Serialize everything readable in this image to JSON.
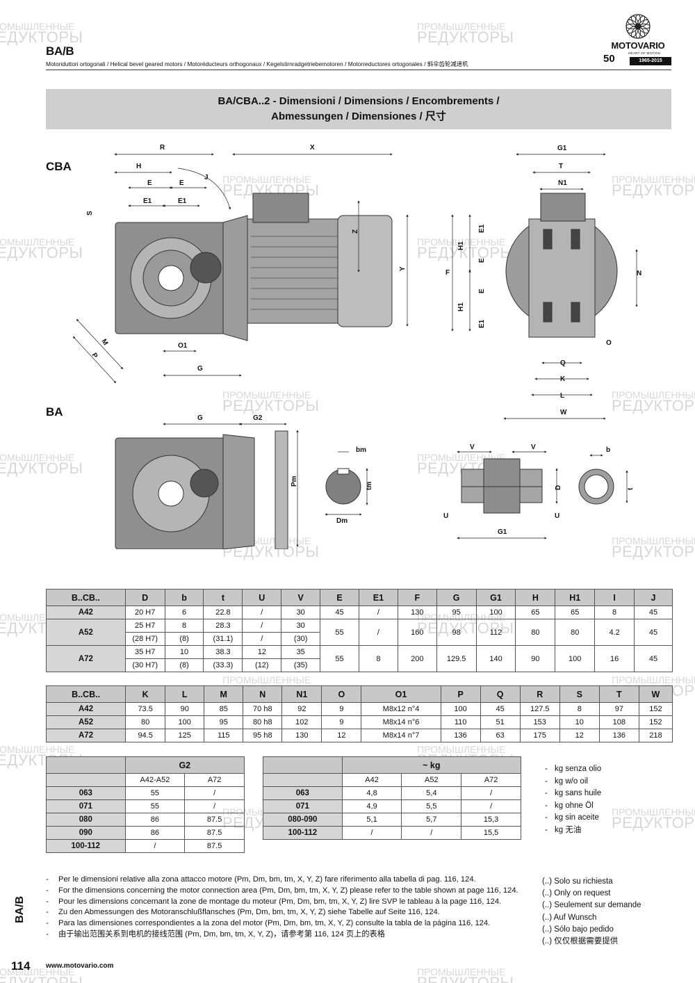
{
  "header": {
    "title": "BA/B",
    "subtitle": "Motoriduttori ortogonali / Helical bevel geared motors / Motoréducteurs orthogonaux / Kegelstirnradgetriebemotoren / Motorreductores ortogonales / 斜伞齿轮减速机"
  },
  "logo": {
    "name": "MOTOVARIO",
    "tagline": "HEART OF MOTION",
    "anniversary": "50",
    "years": "1965-2015"
  },
  "banner": {
    "line1": "BA/CBA..2 - Dimensioni / Dimensions / Encombrements /",
    "line2": "Abmessungen / Dimensiones / 尺寸"
  },
  "sections": {
    "cba": "CBA",
    "ba": "BA"
  },
  "drawing_labels": {
    "cba_side": [
      "R",
      "X",
      "H",
      "E",
      "E",
      "E1",
      "E1",
      "J",
      "S",
      "Z",
      "Y",
      "M",
      "P",
      "O1",
      "G"
    ],
    "cba_front": [
      "G1",
      "T",
      "N1",
      "E1",
      "H1",
      "E",
      "F",
      "E",
      "H1",
      "E1",
      "N",
      "O",
      "Q",
      "K",
      "L",
      "W"
    ],
    "ba_side": [
      "G",
      "G2",
      "Pm"
    ],
    "shaft": [
      "bm",
      "tm",
      "Dm"
    ],
    "hollow_shaft": [
      "V",
      "V",
      "D",
      "U",
      "U",
      "G1"
    ],
    "ring": [
      "b",
      "t"
    ]
  },
  "table1": {
    "columns": [
      "B..CB..",
      "D",
      "b",
      "t",
      "U",
      "V",
      "E",
      "E1",
      "F",
      "G",
      "G1",
      "H",
      "H1",
      "I",
      "J"
    ],
    "rows": [
      {
        "model": "A42",
        "lines": [
          [
            "20 H7",
            "6",
            "22.8",
            "/",
            "30"
          ]
        ],
        "shared": [
          "45",
          "/",
          "130",
          "95",
          "100",
          "65",
          "65",
          "8",
          "45"
        ]
      },
      {
        "model": "A52",
        "lines": [
          [
            "25 H7",
            "8",
            "28.3",
            "/",
            "30"
          ],
          [
            "(28 H7)",
            "(8)",
            "(31.1)",
            "/",
            "(30)"
          ]
        ],
        "shared": [
          "55",
          "/",
          "160",
          "98",
          "112",
          "80",
          "80",
          "4.2",
          "45"
        ]
      },
      {
        "model": "A72",
        "lines": [
          [
            "35 H7",
            "10",
            "38.3",
            "12",
            "35"
          ],
          [
            "(30 H7)",
            "(8)",
            "(33.3)",
            "(12)",
            "(35)"
          ]
        ],
        "shared": [
          "55",
          "8",
          "200",
          "129.5",
          "140",
          "90",
          "100",
          "16",
          "45"
        ]
      }
    ]
  },
  "table2": {
    "columns": [
      "B..CB..",
      "K",
      "L",
      "M",
      "N",
      "N1",
      "O",
      "O1",
      "P",
      "Q",
      "R",
      "S",
      "T",
      "W"
    ],
    "rows": [
      [
        "A42",
        "73.5",
        "90",
        "85",
        "70 h8",
        "92",
        "9",
        "M8x12 n°4",
        "100",
        "45",
        "127.5",
        "8",
        "97",
        "152"
      ],
      [
        "A52",
        "80",
        "100",
        "95",
        "80 h8",
        "102",
        "9",
        "M8x14 n°6",
        "110",
        "51",
        "153",
        "10",
        "108",
        "152"
      ],
      [
        "A72",
        "94.5",
        "125",
        "115",
        "95 h8",
        "130",
        "12",
        "M8x14 n°7",
        "136",
        "63",
        "175",
        "12",
        "136",
        "218"
      ]
    ]
  },
  "table_g2": {
    "title": "G2",
    "columns": [
      "A42-A52",
      "A72"
    ],
    "rows": [
      [
        "063",
        "55",
        "/"
      ],
      [
        "071",
        "55",
        "/"
      ],
      [
        "080",
        "86",
        "87.5"
      ],
      [
        "090",
        "86",
        "87.5"
      ],
      [
        "100-112",
        "/",
        "87.5"
      ]
    ]
  },
  "table_kg": {
    "title": "~ kg",
    "columns": [
      "A42",
      "A52",
      "A72"
    ],
    "rows": [
      [
        "063",
        "4,8",
        "5,4",
        "/"
      ],
      [
        "071",
        "4,9",
        "5,5",
        "/"
      ],
      [
        "080-090",
        "5,1",
        "5,7",
        "15,3"
      ],
      [
        "100-112",
        "/",
        "/",
        "15,5"
      ]
    ]
  },
  "kg_legend": [
    "kg senza olio",
    "kg w/o oil",
    "kg sans huile",
    "kg ohne Öl",
    "kg sin aceite",
    "kg 无油"
  ],
  "notes": [
    "Per le dimensioni relative alla zona attacco motore (Pm, Dm, bm, tm, X, Y, Z) fare riferimento alla tabella di pag. 116, 124.",
    "For the dimensions concerning the motor connection area (Pm, Dm, bm, tm, X, Y, Z) please refer to the table shown at page 116, 124.",
    "Pour les dimensions concernant la zone de montage du  moteur (Pm, Dm, bm, tm, X, Y, Z) lire SVP le tableau à la page 116, 124.",
    "Zu den Abmessungen des Motoranschlußflansches  (Pm, Dm, bm, tm, X, Y, Z) siehe Tabelle auf Seite 116, 124.",
    "Para las dimensiones correspondientes a la zona del motor (Pm, Dm, bm, tm, X, Y, Z) consulte la tabla de la página 116, 124.",
    "由于输出范围关系到电机的接线范围 (Pm, Dm, bm, tm, X, Y, Z)，请参考第 116, 124 页上的表格"
  ],
  "on_request": [
    "(..) Solo su richiesta",
    "(..) Only on request",
    "(..) Seulement sur demande",
    "(..) Auf Wunsch",
    "(..) Sólo bajo pedido",
    "(..) 仅仅根据需要提供"
  ],
  "footer": {
    "side_tab": "BA/B",
    "page": "114",
    "url": "www.motovario.com"
  },
  "watermark": {
    "line1": "ПРОМЫШЛЕННЫЕ",
    "line2": "РЕДУКТОРЫ"
  }
}
